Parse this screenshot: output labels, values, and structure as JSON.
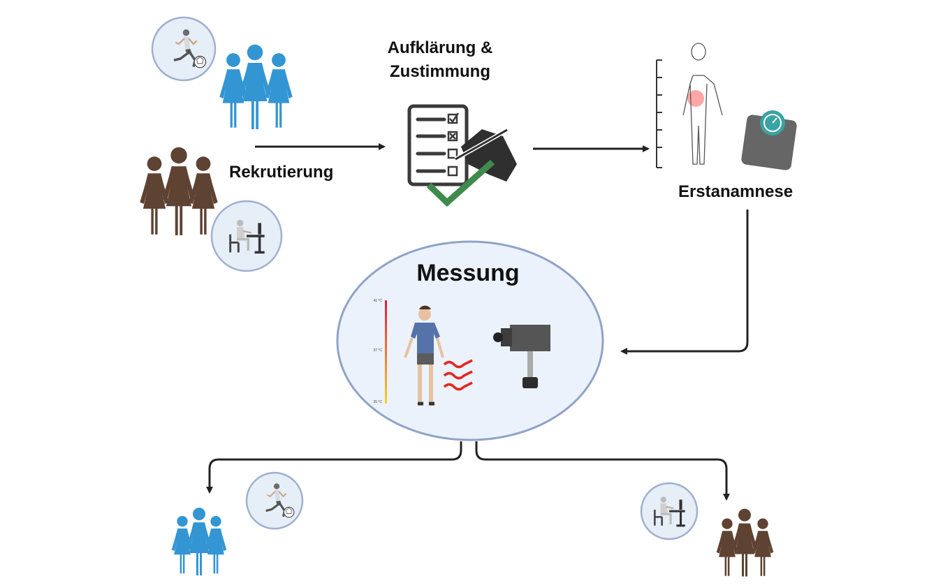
{
  "labels": {
    "recruitment": "Rekrutierung",
    "consent_line1": "Aufklärung &",
    "consent_line2": "Zustimmung",
    "anamnesis": "Erstanamnese",
    "measurement": "Messung"
  },
  "thermometer": {
    "top": "41 °C",
    "middle": "37 °C",
    "bottom": "35 °C"
  },
  "colors": {
    "athlete_group": "#3396d3",
    "sedentary_group": "#5e4232",
    "ellipse_fill": "#ebf2fb",
    "ellipse_stroke": "#8fa3c8",
    "check": "#3f8a4d",
    "arrow": "#222222"
  }
}
